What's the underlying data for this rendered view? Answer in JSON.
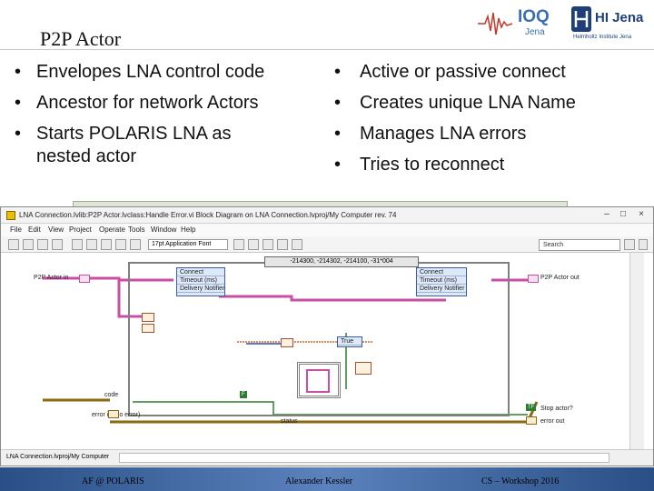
{
  "slide": {
    "title": "P2P Actor",
    "left_bullets": [
      {
        "text": "Envelopes LNA control code"
      },
      {
        "text": "Ancestor for network Actors"
      },
      {
        "text": "Starts POLARIS LNA as",
        "continuation": "nested actor"
      }
    ],
    "right_bullets": [
      {
        "text": "Active or passive connect"
      },
      {
        "text": "Creates unique LNA Name"
      },
      {
        "text": "Manages LNA errors"
      },
      {
        "text": "Tries to reconnect"
      }
    ],
    "logos": {
      "ioq_text": "IOQ",
      "ioq_sub": "Jena",
      "hij_text": "HI Jena",
      "hij_sub": "Helmholtz Institute Jena"
    },
    "footer": {
      "left": "AF @ POLARIS",
      "center": "Alexander Kessler",
      "right": "CS – Workshop 2016"
    },
    "colors": {
      "footer_blue": "#2a4f86",
      "wire_pink": "#c94fa6",
      "wire_green": "#2f7d2f",
      "wire_orange": "#d2691e"
    }
  },
  "labview": {
    "window_title": "LNA Connection.lvlib:P2P Actor.lvclass:Handle Error.vi Block Diagram on LNA Connection.lvproj/My Computer rev. 74",
    "menu": [
      "File",
      "Edit",
      "View",
      "Project",
      "Operate",
      "Tools",
      "Window",
      "Help"
    ],
    "font_selector": "17pt Application Font",
    "search_placeholder": "Search",
    "case_selector": "-214300, -214302, -214100, -31*004",
    "labels": {
      "in_terminal": "P2P Actor in",
      "out_terminal": "P2P Actor out",
      "error_in": "error in (no error)",
      "error_out": "error out",
      "stop_actor": "Stop actor?",
      "class_in": "Connect",
      "class_row1": "Timeout (ms)",
      "class_row2": "Delivery Notifier",
      "true_const": "True",
      "status_label": "status",
      "code_label": "code"
    },
    "status_path": "LNA Connection.lvproj/My Computer"
  }
}
